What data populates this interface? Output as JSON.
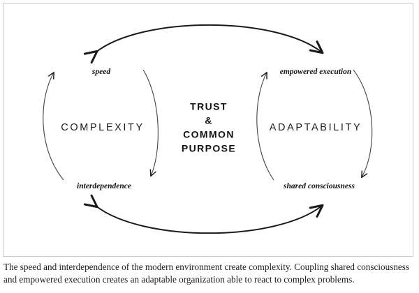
{
  "figure": {
    "left_node": {
      "title": "COMPLEXITY",
      "top_label": "speed",
      "bottom_label": "interdependence"
    },
    "center_node": {
      "line1": "TRUST",
      "line2": "&",
      "line3": "COMMON",
      "line4": "PURPOSE"
    },
    "right_node": {
      "title": "ADAPTABILITY",
      "top_label": "empowered execution",
      "bottom_label": "shared consciousness"
    },
    "colors": {
      "stroke": "#1a1a1a",
      "frame_border": "#c9c9c9",
      "background": "#ffffff",
      "text": "#1a1a1a"
    }
  },
  "caption": {
    "text": "The speed and interdependence of the modern environment create complexity. Coupling shared consciousness and empowered execution creates an adaptable organization able to react to complex problems."
  }
}
